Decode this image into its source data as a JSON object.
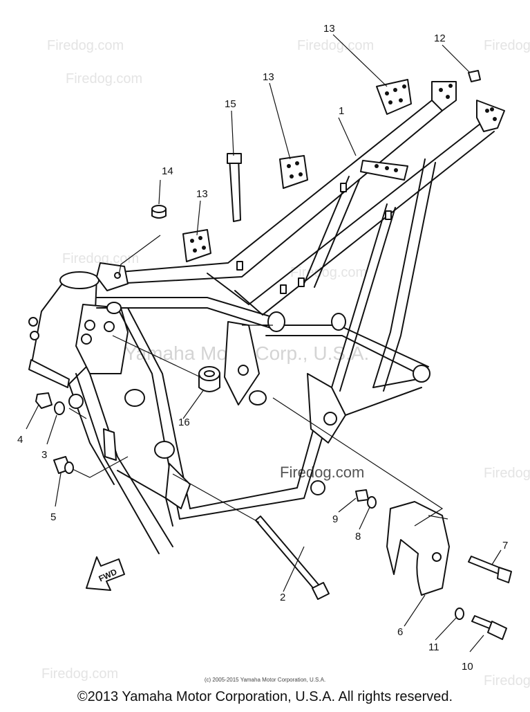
{
  "watermarks": {
    "site": "Firedog.com",
    "company": "Yamaha Motor Corp., U.S.A."
  },
  "callouts": {
    "c1": "1",
    "c2": "2",
    "c3": "3",
    "c4": "4",
    "c5": "5",
    "c6": "6",
    "c7": "7",
    "c8": "8",
    "c9": "9",
    "c10": "10",
    "c11": "11",
    "c12": "12",
    "c13a": "13",
    "c13b": "13",
    "c13c": "13",
    "c14": "14",
    "c15": "15",
    "c16": "16"
  },
  "fwd_label": "FWD",
  "credit": "(c) 2005-2015 Yamaha Motor Corporation, U.S.A.",
  "copyright": "©2013 Yamaha Motor Corporation, U.S.A. All rights reserved.",
  "colors": {
    "line": "#111111",
    "watermark": "#e4e4e4",
    "background": "#ffffff"
  }
}
